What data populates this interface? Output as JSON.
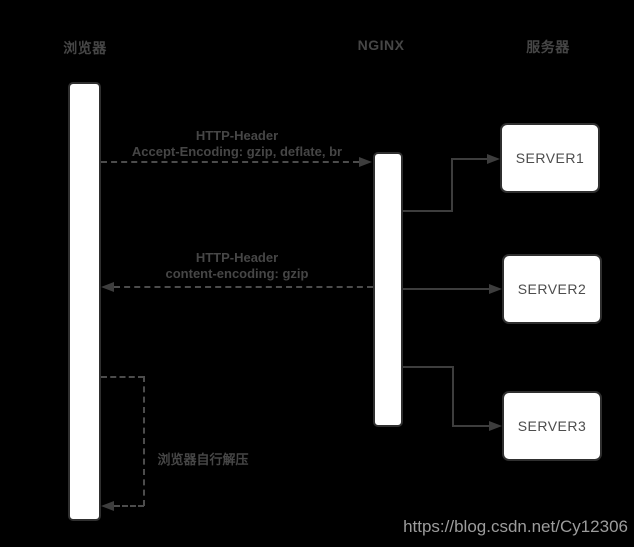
{
  "diagram": {
    "actors": [
      {
        "label": "浏览器"
      },
      {
        "label": "NGINX"
      },
      {
        "label": "服务器"
      }
    ],
    "messages": [
      {
        "line1": "HTTP-Header",
        "line2": "Accept-Encoding: gzip, deflate, br"
      },
      {
        "line1": "HTTP-Header",
        "line2": "content-encoding: gzip"
      },
      {
        "label": "浏览器自行解压"
      }
    ],
    "servers": [
      "SERVER1",
      "SERVER2",
      "SERVER3"
    ],
    "watermark": "https://blog.csdn.net/Cy12306",
    "colors": {
      "bg": "#000000",
      "fill": "#ffffff",
      "border": "#2f2f2f",
      "line": "#3d3d3d",
      "dash": "#4c4c4c",
      "text": "#464646",
      "box-text": "#4d4d4d",
      "watermark": "#9c9c9c"
    }
  }
}
